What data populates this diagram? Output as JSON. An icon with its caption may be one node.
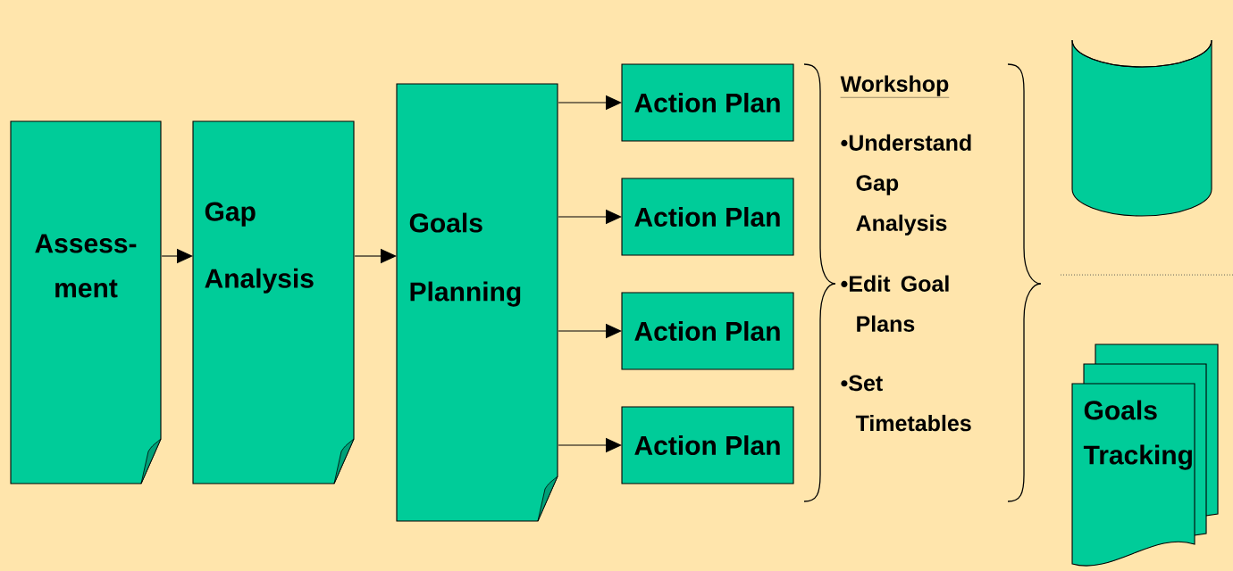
{
  "diagram": {
    "nodes": [
      {
        "text": [
          "Assess- ment"
        ]
      },
      {
        "text": [
          "Gap Analysis"
        ]
      },
      {
        "text": [
          "Goals Planning"
        ]
      },
      {
        "text": [
          "Action Plan"
        ]
      },
      {
        "text": [
          "Action Plan"
        ]
      },
      {
        "text": [
          "Action Plan"
        ]
      },
      {
        "text": [
          "Action Plan"
        ]
      },
      {
        "text": [],
        "shape": "cylinder"
      },
      {
        "text": [
          "Goals Tracking"
        ]
      }
    ],
    "edges": [
      {
        "from": 0,
        "to": 1,
        "arrow": "to"
      },
      {
        "from": 1,
        "to": 2,
        "arrow": "to"
      },
      {
        "from": 2,
        "to": 3,
        "arrow": "to"
      },
      {
        "from": 2,
        "to": 4,
        "arrow": "to"
      },
      {
        "from": 2,
        "to": 5,
        "arrow": "to"
      },
      {
        "from": 2,
        "to": 6,
        "arrow": "to"
      }
    ],
    "labels": [
      "Workshop",
      "•Understand Gap Analysis",
      "•Edit Goal Plans",
      "•Set Timetables"
    ]
  }
}
